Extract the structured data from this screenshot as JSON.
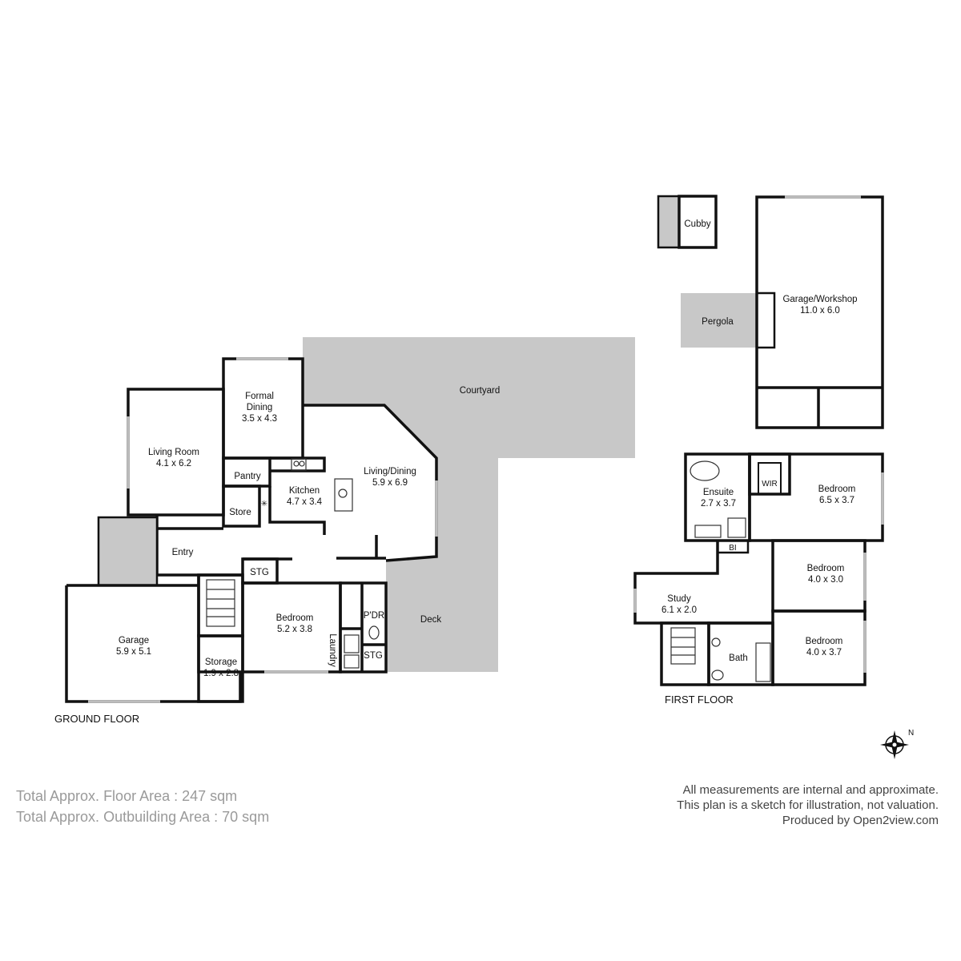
{
  "ground_floor": {
    "title": "GROUND FLOOR",
    "rooms": {
      "formal_dining": {
        "name": "Formal Dining",
        "name_line1": "Formal",
        "name_line2": "Dining",
        "dims": "3.5 x 4.3"
      },
      "courtyard": {
        "name": "Courtyard"
      },
      "living_room": {
        "name": "Living Room",
        "dims": "4.1 x 6.2"
      },
      "living_dining": {
        "name": "Living/Dining",
        "dims": "5.9 x 6.9"
      },
      "pantry": {
        "name": "Pantry"
      },
      "kitchen": {
        "name": "Kitchen",
        "dims": "4.7 x 3.4"
      },
      "store": {
        "name": "Store"
      },
      "entry": {
        "name": "Entry"
      },
      "stg_1": {
        "name": "STG"
      },
      "bedroom": {
        "name": "Bedroom",
        "dims": "5.2 x 3.8"
      },
      "pdr": {
        "name": "P'DR"
      },
      "laundry": {
        "name": "Laundry"
      },
      "stg_2": {
        "name": "STG"
      },
      "deck": {
        "name": "Deck"
      },
      "garage": {
        "name": "Garage",
        "dims": "5.9 x 5.1"
      },
      "storage": {
        "name": "Storage",
        "dims": "1.9 x 2.8"
      }
    }
  },
  "outbuildings": {
    "cubby": {
      "name": "Cubby"
    },
    "pergola": {
      "name": "Pergola"
    },
    "garage_workshop": {
      "name": "Garage/Workshop",
      "dims": "11.0 x 6.0"
    }
  },
  "first_floor": {
    "title": "FIRST FLOOR",
    "rooms": {
      "ensuite": {
        "name": "Ensuite",
        "dims": "2.7 x 3.7"
      },
      "wir": {
        "name": "WIR"
      },
      "bedroom_1": {
        "name": "Bedroom",
        "dims": "6.5 x 3.7"
      },
      "bi": {
        "name": "BI"
      },
      "bedroom_2": {
        "name": "Bedroom",
        "dims": "4.0 x 3.0"
      },
      "study": {
        "name": "Study",
        "dims": "6.1 x 2.0"
      },
      "bath": {
        "name": "Bath"
      },
      "bedroom_3": {
        "name": "Bedroom",
        "dims": "4.0 x 3.7"
      }
    }
  },
  "compass": {
    "icon": "compass-icon",
    "label": "N"
  },
  "totals": {
    "floor_area": "Total Approx. Floor Area : 247 sqm",
    "outbuilding_area": "Total Approx. Outbuilding Area : 70 sqm"
  },
  "disclaimer": {
    "line1": "All measurements are internal and approximate.",
    "line2": "This plan is a sketch for illustration, not valuation.",
    "line3": "Produced by Open2view.com"
  },
  "colors": {
    "wall": "#111111",
    "shaded_area": "#c8c8c8",
    "footer_grey": "#9a9a9a"
  }
}
